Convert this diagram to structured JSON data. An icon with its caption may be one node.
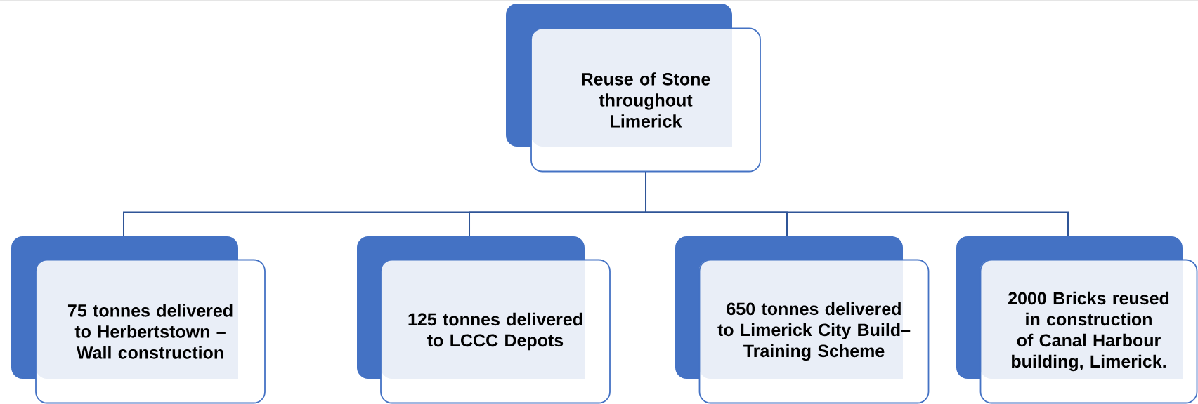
{
  "diagram": {
    "nodes": [
      {
        "text": [
          "Reuse of Stone throughout Limerick"
        ]
      },
      {
        "text": [
          "75 tonnes delivered to Herbertstown – Wall construction"
        ]
      },
      {
        "text": [
          "125 tonnes delivered to LCCC Depots"
        ]
      },
      {
        "text": [
          "650 tonnes delivered to Limerick City Build– Training Scheme"
        ]
      },
      {
        "text": [
          "2000 Bricks reused in construction of Canal Harbour building, Limerick."
        ]
      }
    ],
    "edges": [
      {
        "from": 0,
        "to": 1,
        "arrow": "none"
      },
      {
        "from": 0,
        "to": 2,
        "arrow": "none"
      },
      {
        "from": 0,
        "to": 3,
        "arrow": "none"
      },
      {
        "from": 0,
        "to": 4,
        "arrow": "none"
      }
    ]
  }
}
